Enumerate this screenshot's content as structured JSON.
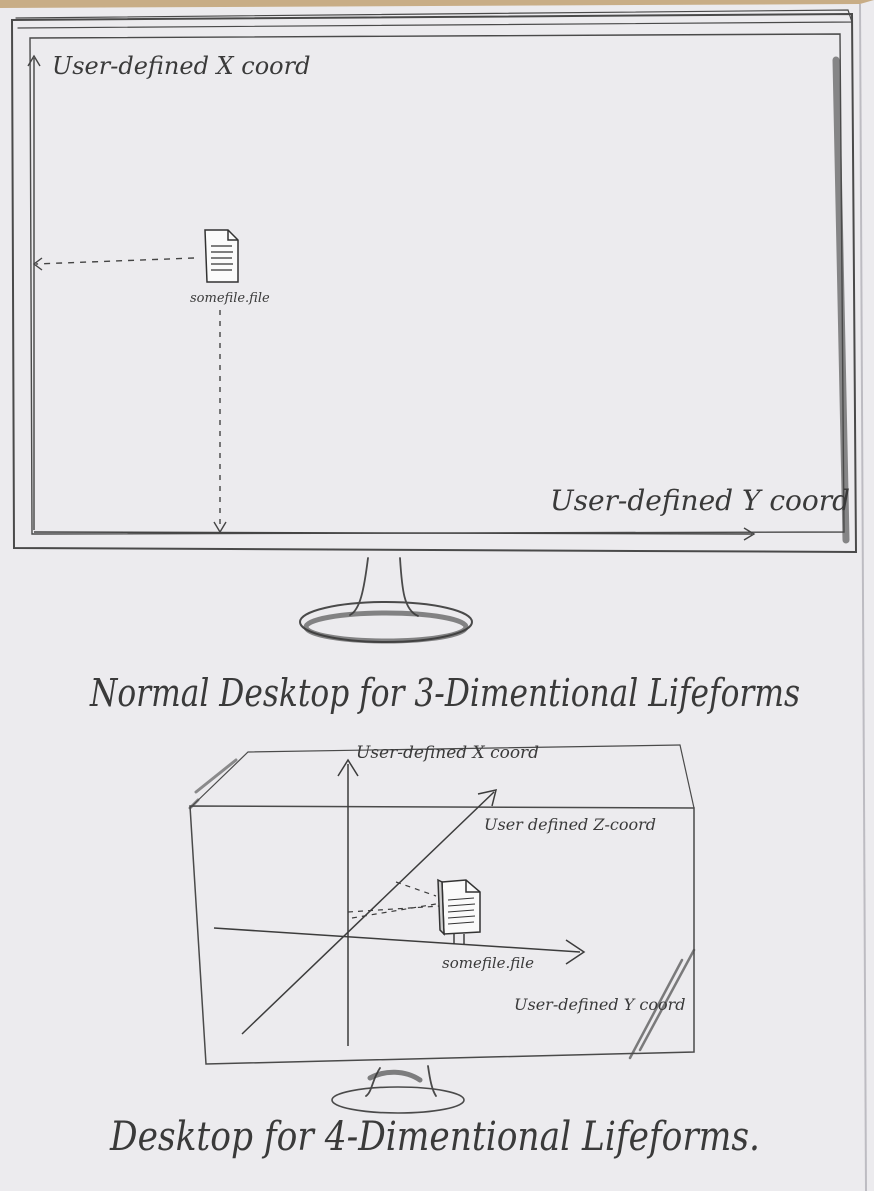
{
  "monitor_3d": {
    "x_axis_label": "User-defined X coord",
    "y_axis_label": "User-defined Y coord",
    "file_label": "somefile.file",
    "caption": "Normal Desktop for 3-Dimentional Lifeforms"
  },
  "monitor_4d": {
    "x_axis_label": "User-defined X coord",
    "z_axis_label": "User defined Z-coord",
    "y_axis_label": "User-defined Y coord",
    "file_label": "somefile.file",
    "caption": "Desktop for 4-Dimentional Lifeforms."
  }
}
